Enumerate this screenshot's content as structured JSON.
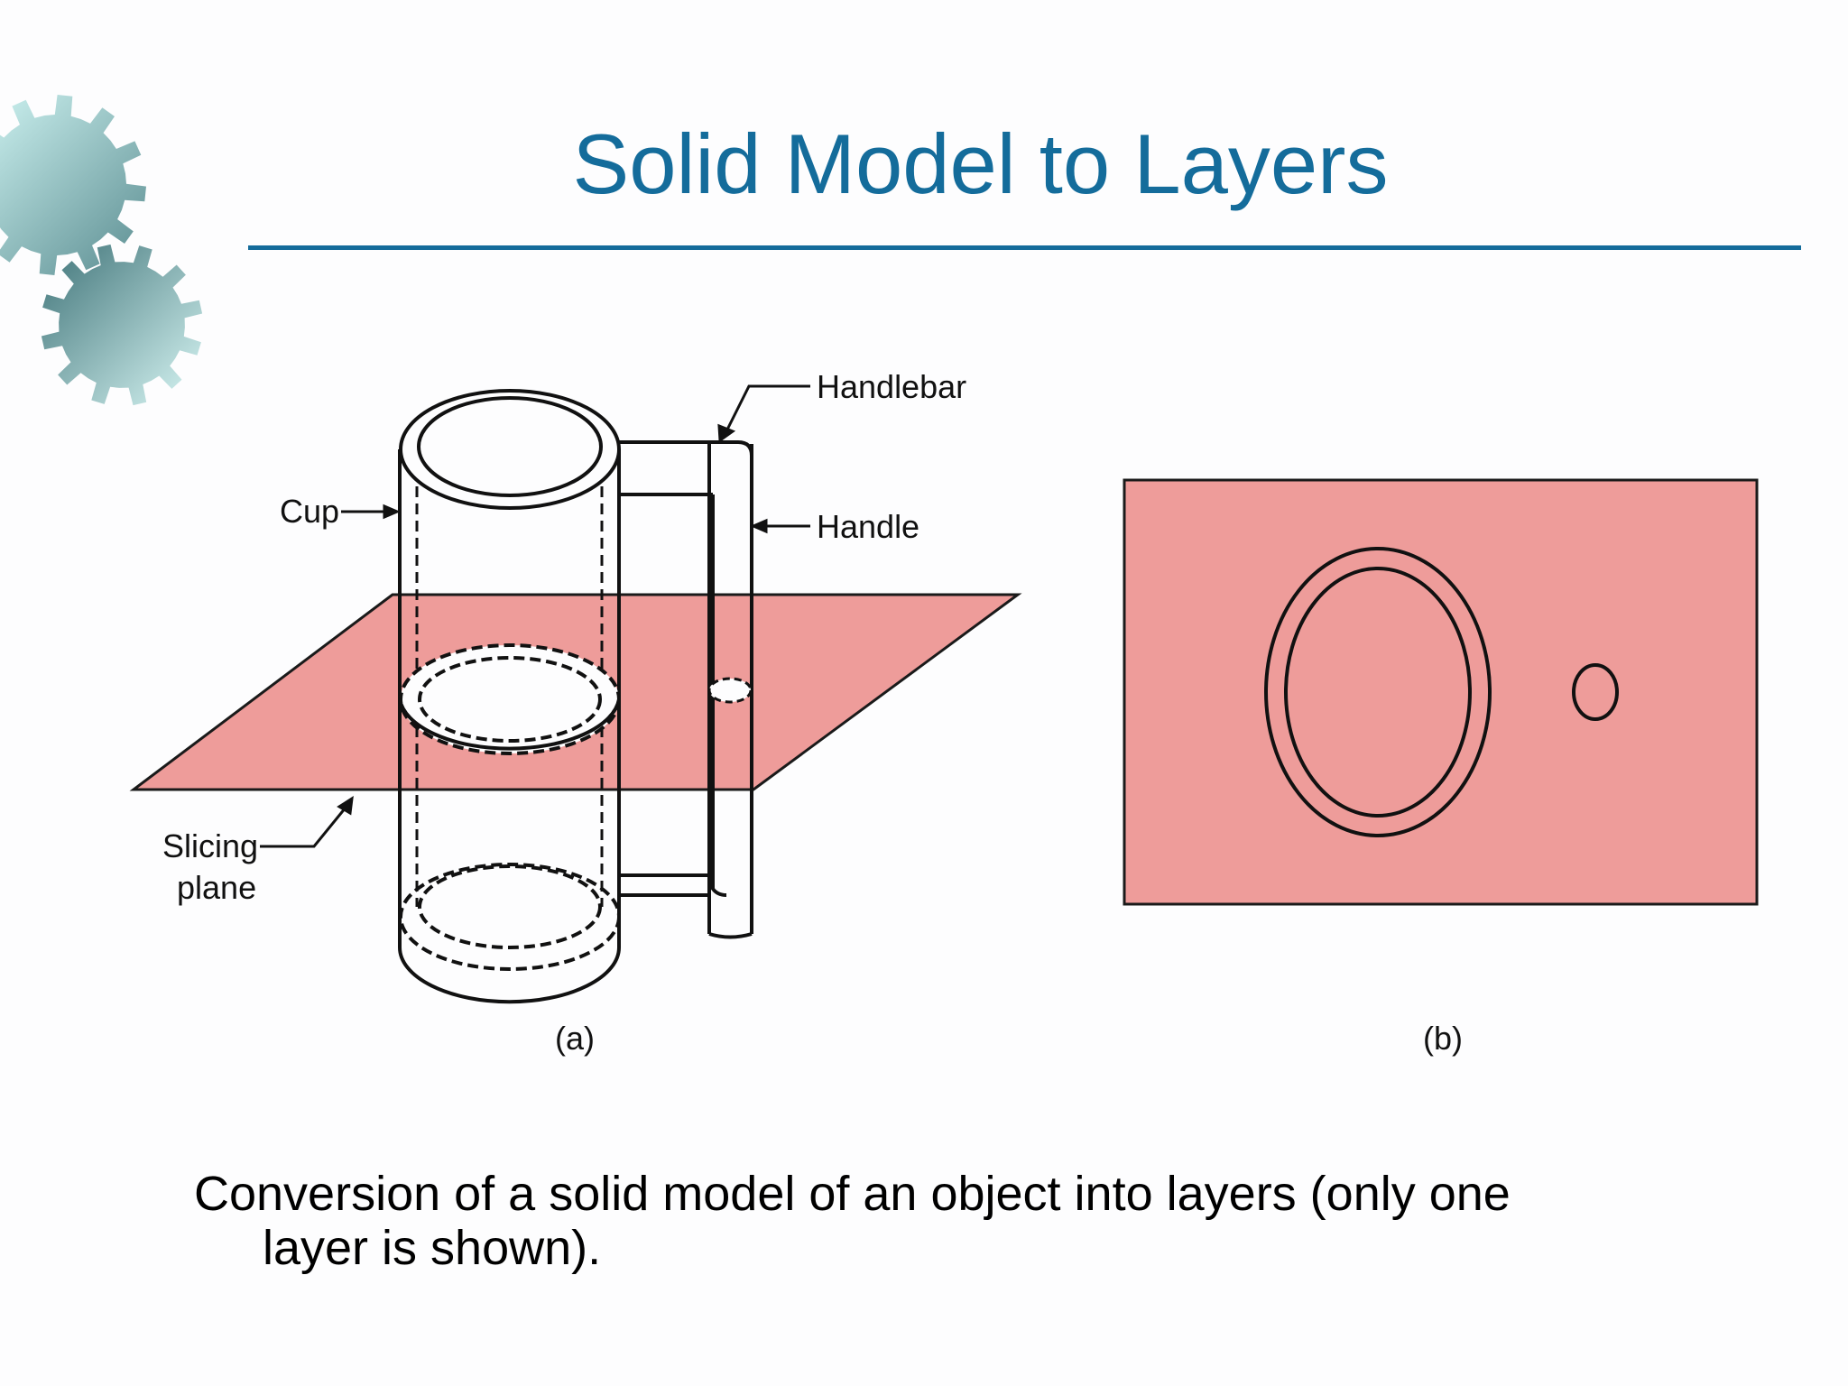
{
  "slide": {
    "title": "Solid Model to Layers",
    "caption": "Conversion of a solid model of an object into layers (only one layer is shown)."
  },
  "figure": {
    "labels": {
      "handlebar": "Handlebar",
      "cup": "Cup",
      "handle": "Handle",
      "slicing_plane_line1": "Slicing",
      "slicing_plane_line2": "plane",
      "panel_a": "(a)",
      "panel_b": "(b)"
    }
  },
  "colors": {
    "title": "#146c9b",
    "slice_fill": "#ee9c9a",
    "gear_light": "#c8f4f2",
    "gear_dark": "#5d8f92"
  }
}
